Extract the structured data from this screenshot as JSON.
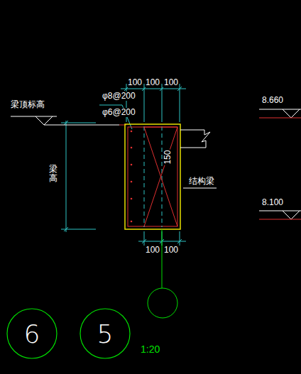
{
  "diagram": {
    "nodes": [
      {
        "text": [
          "6"
        ]
      },
      {
        "text": [
          "5"
        ]
      }
    ],
    "labels": [
      "梁顶标高",
      "梁高",
      "φ8@200",
      "φ6@200",
      "100",
      "100",
      "100",
      "150",
      "结构梁",
      "8.660",
      "8.100",
      "100",
      "100",
      "1:20"
    ]
  }
}
